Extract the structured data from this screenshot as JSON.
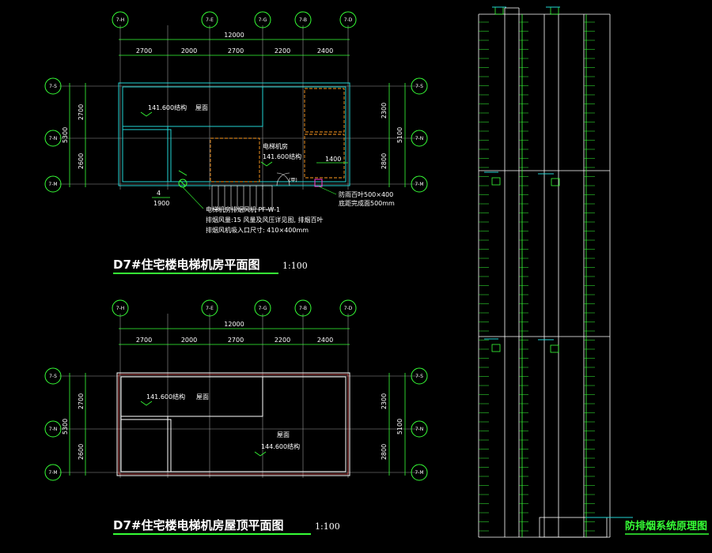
{
  "plan1": {
    "title": "D7#住宅楼电梯机房平面图",
    "scale": "1:100",
    "axes_top": [
      "7-H",
      "7-E",
      "7-G",
      "7-B",
      "7-D"
    ],
    "axes_side": [
      "7-S",
      "7-N",
      "7-M"
    ],
    "total_dim": "12000",
    "bay_dims": [
      "2700",
      "2000",
      "2700",
      "2200",
      "2400"
    ],
    "left_dims": [
      "2700",
      "2600"
    ],
    "left_total": "5300",
    "right_dims": [
      "2300",
      "2800"
    ],
    "right_total": "5100",
    "roof_level": "141.600结构",
    "roof_label": "屋面",
    "room_name": "电梯机房",
    "room_level": "141.600结构",
    "dim_1400": "1400",
    "door_label": "(甲)",
    "fan_no": "4",
    "fan_dim": "1900",
    "note_lines": [
      "电梯机房排烟风机 PF-W-1",
      "排烟风量:15 风量及风压详见图, 排烟百叶",
      "排烟风机吸入口尺寸: 410×400mm"
    ],
    "vent_lines": [
      "防雨百叶500×400",
      "底距完成面500mm"
    ]
  },
  "plan2": {
    "title": "D7#住宅楼电梯机房屋顶平面图",
    "scale": "1:100",
    "axes_top": [
      "7-H",
      "7-E",
      "7-G",
      "7-B",
      "7-D"
    ],
    "axes_side": [
      "7-S",
      "7-N",
      "7-M"
    ],
    "total_dim": "12000",
    "bay_dims": [
      "2700",
      "2000",
      "2700",
      "2200",
      "2400"
    ],
    "left_dims": [
      "2700",
      "2600"
    ],
    "left_total": "5300",
    "right_dims": [
      "2300",
      "2800"
    ],
    "right_total": "5100",
    "level_a": "141.600结构",
    "label_a": "屋面",
    "label_b": "屋面",
    "level_b": "144.600结构"
  },
  "system": {
    "title": "防排烟系统原理图"
  }
}
